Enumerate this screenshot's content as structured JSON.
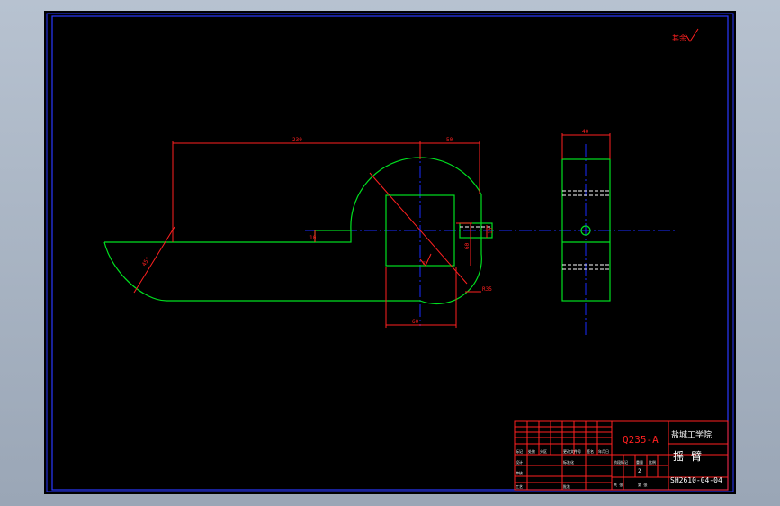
{
  "drawing": {
    "roughness_mark": "其余",
    "dimensions": {
      "overall_length": "230",
      "head_offset": "50",
      "slot_width": "10",
      "square_size": "60",
      "square_height": "60",
      "hole_size": "10",
      "bevel": "45°",
      "radius": "R35",
      "side_width": "40",
      "notch_symbol": "▽"
    },
    "title_block": {
      "material": "Q235-A",
      "school": "盐城工学院",
      "part_name": "摇臂",
      "drawing_number": "SH2610-04-04",
      "scale_value": "2",
      "labels": {
        "mark": "标记",
        "count": "处数",
        "zone": "分区",
        "change_doc": "更改文件号",
        "signature": "签名",
        "date": "年月日",
        "design": "设计",
        "standardize": "标准化",
        "check": "审核",
        "process": "工艺",
        "approve": "批准",
        "stage_mark": "阶段标记",
        "weight": "重量",
        "ratio": "比例",
        "sheets_total": "共 张",
        "sheet_no": "第 张"
      }
    },
    "colors": {
      "frame": "#2a38ff",
      "outline": "#00e020",
      "dimension": "#ff2020",
      "centerline": "#1a2cff",
      "hidden": "#ffffff",
      "text": "#ffffff"
    }
  }
}
